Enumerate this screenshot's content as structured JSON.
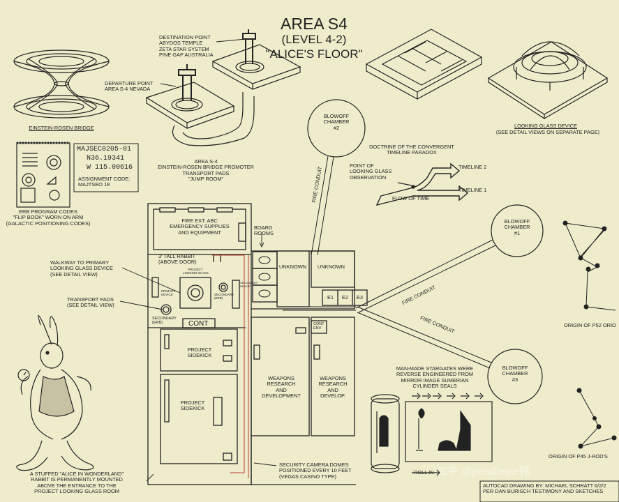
{
  "title": {
    "line1": "AREA S4",
    "line2": "(LEVEL 4-2)",
    "line3": "\"ALICE'S FLOOR\""
  },
  "labels": {
    "einstein_rosen_bridge": "EINSTEIN-ROSEN BRIDGE",
    "destination_point": "DESTINATION POINT\nABYDOS TEMPLE\nZETA STAR SYSTEM\nPINE GAP AUSTRALIA",
    "departure_point": "DEPARTURE POINT\nAREA S-4 NEVADA",
    "area_s4_promoter": "AREA S-4\nEINSTEIN-ROSEN BRIDGE PROMOTER\nTRANSPORT PADS\n\"JUMP ROOM\"",
    "looking_glass_device": "LOOKING GLASS DEVICE",
    "looking_glass_detail": "(SEE DETAIL VIEWS ON SEPARATE PAGE)",
    "blowoff_2": "BLOWOFF\nCHAMBER\n#2",
    "blowoff_1": "BLOWOFF\nCHAMBER\n#1",
    "blowoff_3": "BLOWOFF\nCHAMBER\n#3",
    "doctrine": "DOCTRINE OF THE CONVERGENT\nTIMELINE PARADOX",
    "point_of_observation": "POINT OF\nLOOKING GLASS\nOBSERVATION",
    "timeline_2": "TIMELINE 2",
    "timeline_1": "TIMELINE 1",
    "flow_of_time": "FLOW OF TIME",
    "majsec_code": "MAJSEC0205-01",
    "coord_n": "N36.19341",
    "coord_w": "W 115.00616",
    "assignment_code": "ASSIGNMENT CODE:\nMAJTSEO 18",
    "erb_codes": "ERB PROGRAM CODES\n\"FLIP BOOK\" WORN ON ARM\n(GALACTIC POSITIONING CODES)",
    "fire_ext": "FIRE EXT. ABC\nEMERGENCY SUPPLIES\nAND EQUIPMENT",
    "board_rooms": "BOARD\nROOMS",
    "tall_rabbit": "3' TALL RABBIT\n(ABOVE DOOR)",
    "project_looking_glass": "PROJECT\nLOOKING GLASS",
    "primary_device": "PRIMARY\nDEVICE",
    "secondary_erb_in": "SECONDARY\n(ERB)",
    "secondary_device": "SECONDARY\nDEVICE",
    "unknown_1": "UNKNOWN",
    "unknown_2": "UNKNOWN",
    "e1": "E1",
    "e2": "E2",
    "e3": "E3",
    "walkway": "WALKWAY TO PRIMARY\nLOOKING GLASS DEVICE\n(SEE DETAIL VIEW)",
    "transport_pads": "TRANSPORT PADS\n(SEE DETAIL VIEW)",
    "secondary_erb": "SECONDARY\n(ERB)",
    "cont": "CONT",
    "cont_env": "CONT\nENV",
    "sidekick_1": "PROJECT\nSIDEKICK",
    "sidekick_2": "PROJECT\nSIDEKICK",
    "weapons_1": "WEAPONS\nRESEARCH\nAND\nDEVELOPMENT",
    "weapons_2": "WEAPONS\nRESEARCH\nAND\nDEVELOP.",
    "fire_conduit": "FIRE CONDUIT",
    "manmade_stargates": "MAN-MADE STARGATES WERE\nREVERSE ENGINEERED FROM\nMIRROR IMAGE SUMERIAN\nCYLINDER SEALS",
    "roll_in": "ROLL IN",
    "origin_p52": "ORIGIN OF P52 ORIO",
    "origin_p45": "ORIGIN OF P45 J-ROD'S",
    "security_camera": "SECURITY CAMERA DOMES\nPOSITIONED EVERY 10 FEET\n(VEGAS CASINO TYPE)",
    "stuffed_rabbit": "A STUFFED \"ALICE IN WONDERLAND\"\nRABBIT IS PERMANENTLY MOUNTED\nABOVE THE ENTRANCE TO THE\nPROJECT LOOKING GLASS ROOM",
    "autocad_credit": "AUTOCAD DRAWING BY: MICHAEL SCHRATT 6/2/2\nPER DAN BURISCH TESTIMONY AND SKETCHES",
    "watermark": "知乎 @pewdiepie韩"
  },
  "colors": {
    "paper": "#efeccc",
    "ink": "#222222",
    "wire": "#b73b2e"
  }
}
